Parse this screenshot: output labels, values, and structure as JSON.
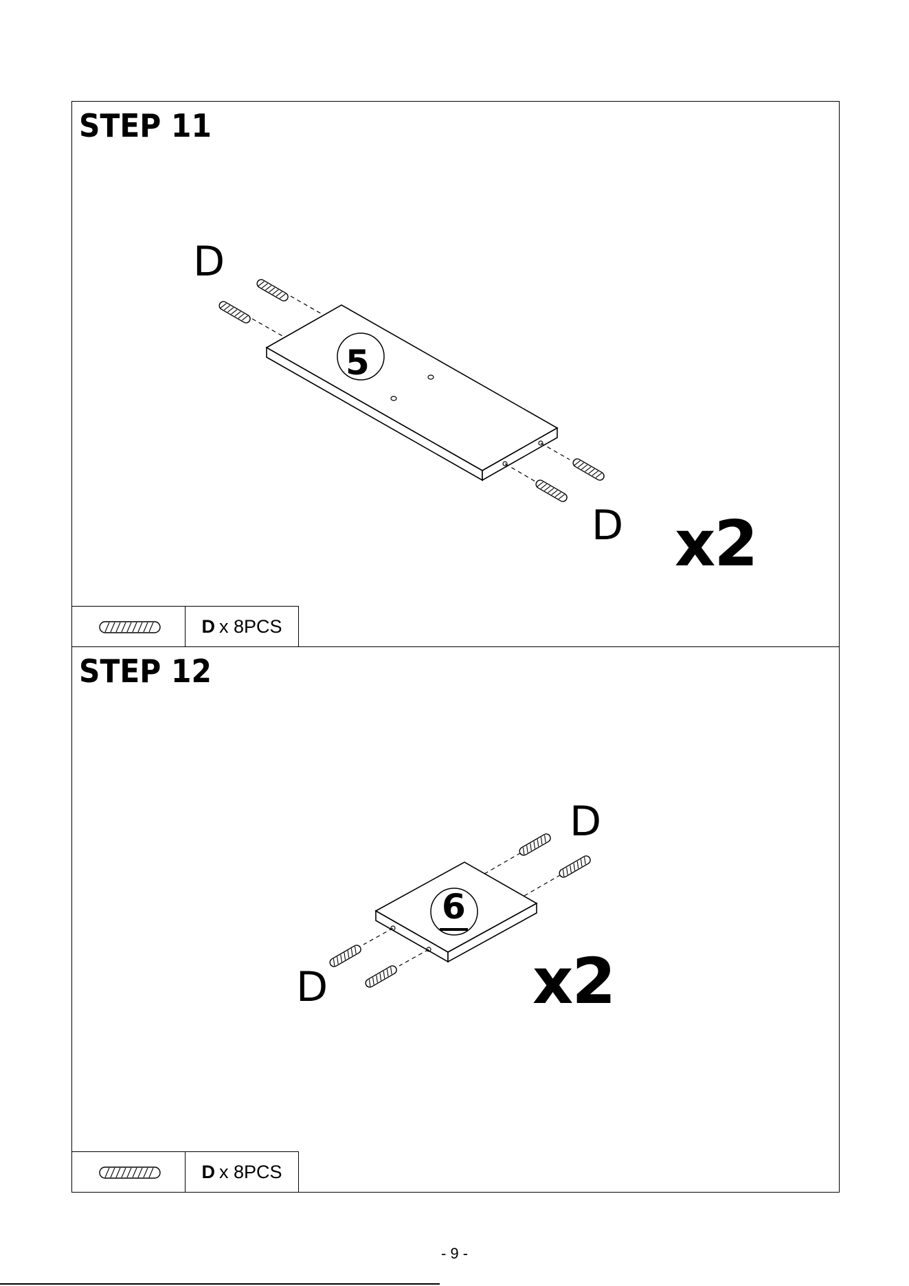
{
  "steps": [
    {
      "title": "STEP 11",
      "panel_label": "5",
      "part_letter_a": "D",
      "part_letter_b": "D",
      "multiplier": "x2",
      "parts": {
        "code": "D",
        "qty": "x 8PCS"
      }
    },
    {
      "title": "STEP 12",
      "panel_label": "6",
      "part_letter_a": "D",
      "part_letter_b": "D",
      "multiplier": "x2",
      "parts": {
        "code": "D",
        "qty": "x 8PCS"
      }
    }
  ],
  "footer": {
    "page_number": "- 9 -"
  }
}
